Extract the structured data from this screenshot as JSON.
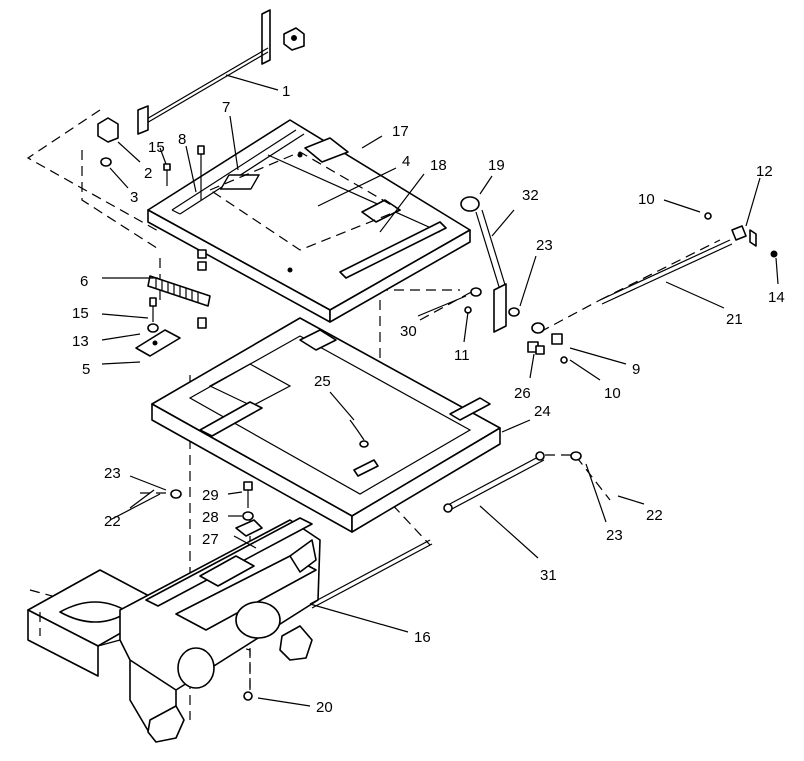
{
  "callouts": [
    {
      "id": "c1",
      "text": "1"
    },
    {
      "id": "c2",
      "text": "2"
    },
    {
      "id": "c3",
      "text": "3"
    },
    {
      "id": "c4",
      "text": "4"
    },
    {
      "id": "c5",
      "text": "5"
    },
    {
      "id": "c6",
      "text": "6"
    },
    {
      "id": "c7",
      "text": "7"
    },
    {
      "id": "c8",
      "text": "8"
    },
    {
      "id": "c9",
      "text": "9"
    },
    {
      "id": "c10a",
      "text": "10"
    },
    {
      "id": "c10b",
      "text": "10"
    },
    {
      "id": "c11",
      "text": "11"
    },
    {
      "id": "c12",
      "text": "12"
    },
    {
      "id": "c13",
      "text": "13"
    },
    {
      "id": "c14",
      "text": "14"
    },
    {
      "id": "c15a",
      "text": "15"
    },
    {
      "id": "c15b",
      "text": "15"
    },
    {
      "id": "c16",
      "text": "16"
    },
    {
      "id": "c17",
      "text": "17"
    },
    {
      "id": "c18",
      "text": "18"
    },
    {
      "id": "c19",
      "text": "19"
    },
    {
      "id": "c20",
      "text": "20"
    },
    {
      "id": "c21",
      "text": "21"
    },
    {
      "id": "c22a",
      "text": "22"
    },
    {
      "id": "c22b",
      "text": "22"
    },
    {
      "id": "c23a",
      "text": "23"
    },
    {
      "id": "c23b",
      "text": "23"
    },
    {
      "id": "c23c",
      "text": "23"
    },
    {
      "id": "c24",
      "text": "24"
    },
    {
      "id": "c25",
      "text": "25"
    },
    {
      "id": "c26",
      "text": "26"
    },
    {
      "id": "c27",
      "text": "27"
    },
    {
      "id": "c28",
      "text": "28"
    },
    {
      "id": "c29",
      "text": "29"
    },
    {
      "id": "c30",
      "text": "30"
    },
    {
      "id": "c31",
      "text": "31"
    },
    {
      "id": "c32",
      "text": "32"
    }
  ]
}
